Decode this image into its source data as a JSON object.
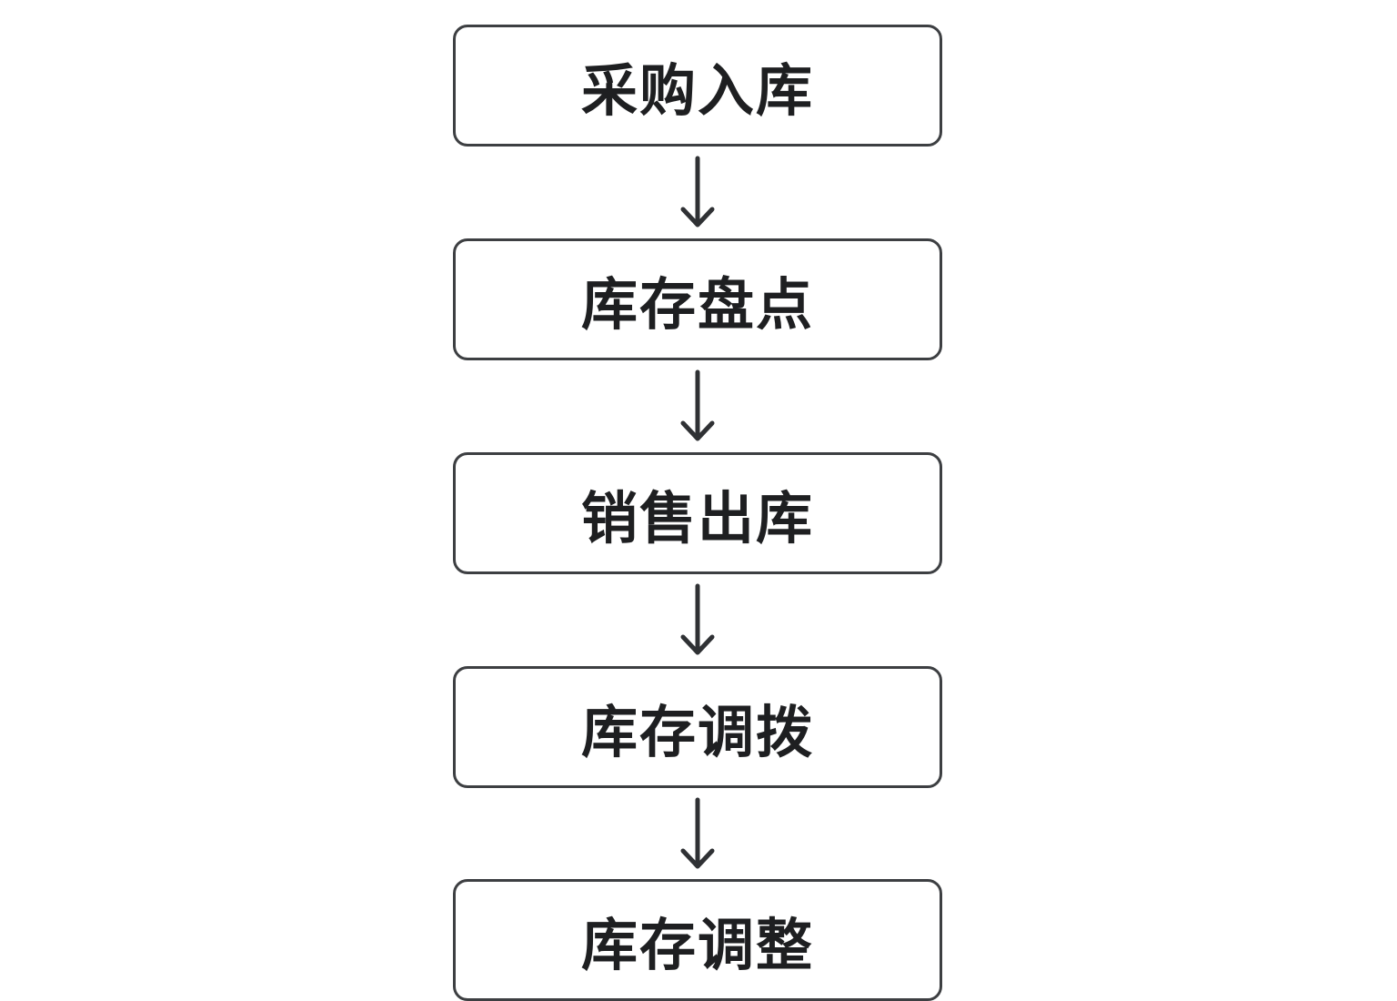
{
  "flow": {
    "steps": [
      {
        "label": "采购入库"
      },
      {
        "label": "库存盘点"
      },
      {
        "label": "销售出库"
      },
      {
        "label": "库存调拨"
      },
      {
        "label": "库存调整"
      }
    ]
  },
  "colors": {
    "border": "#3d3f42",
    "text": "#1e1f21",
    "arrow": "#2f3134",
    "background": "#ffffff"
  }
}
